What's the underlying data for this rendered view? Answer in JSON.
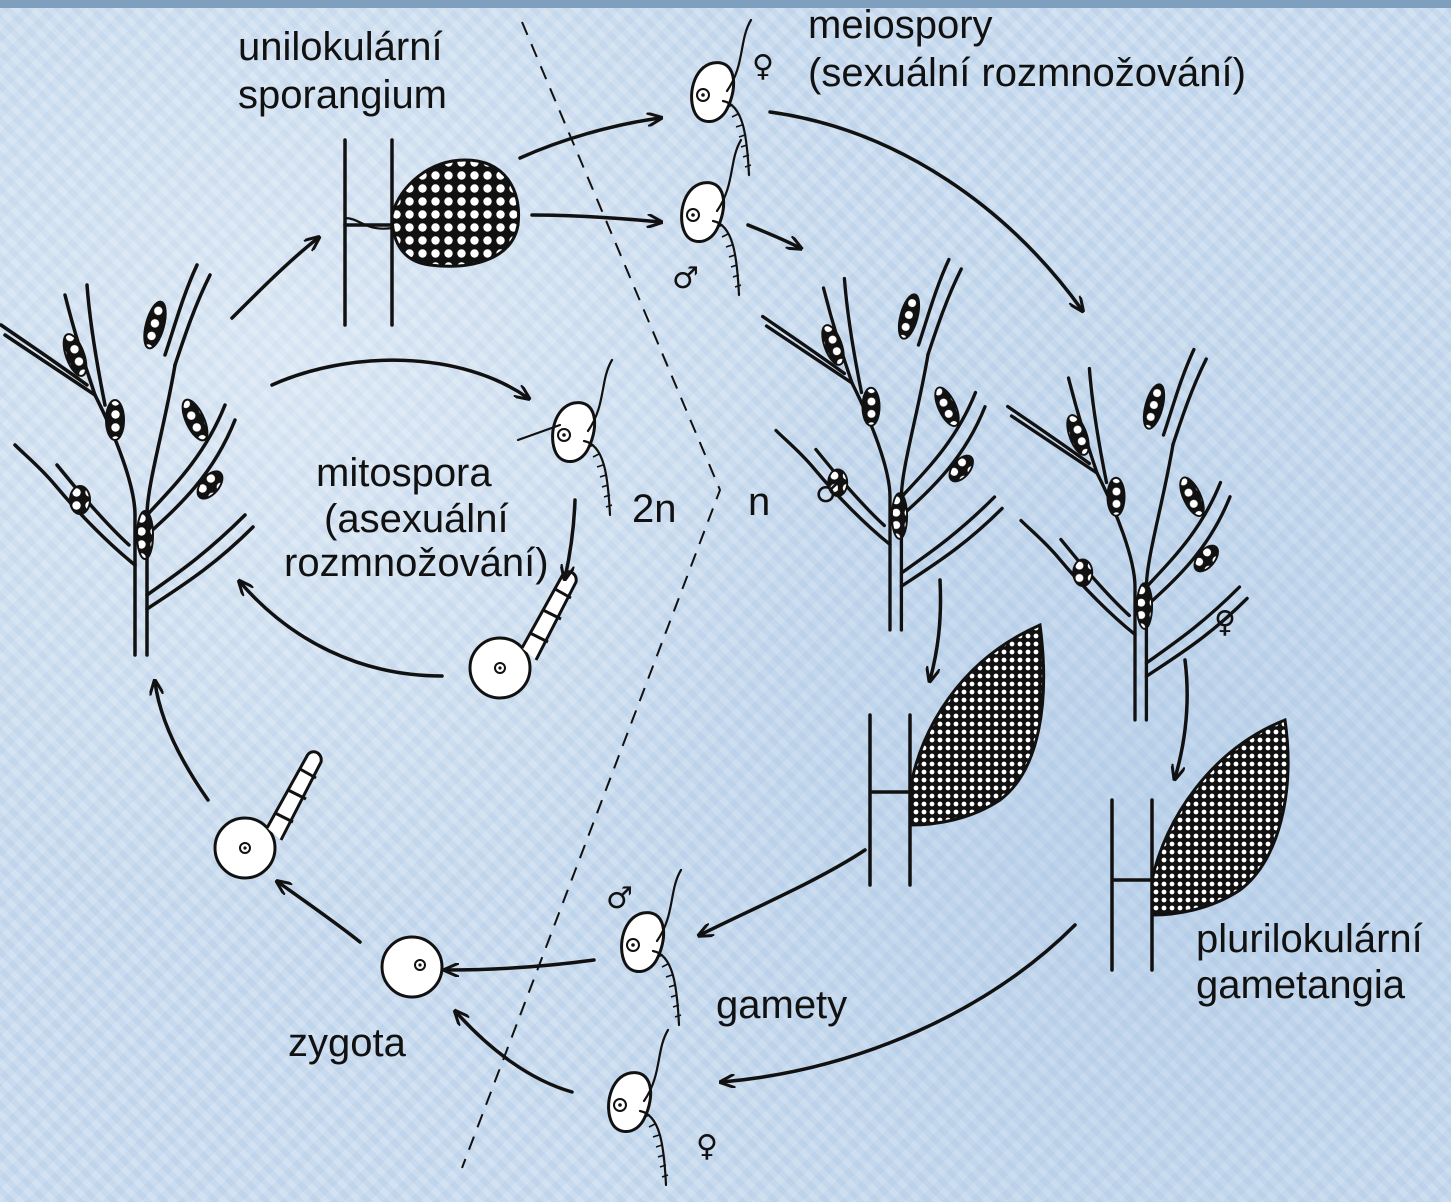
{
  "labels": {
    "unilocular_line1": "unilokulární",
    "unilocular_line2": "sporangium",
    "meiospores": "meiospory",
    "sexual": "(sexuální rozmnožování)",
    "mitospore": "mitospora",
    "asexual_line1": "(asexuální",
    "asexual_line2": "rozmnožování)",
    "diploid": "2n",
    "haploid": "n",
    "plurilocular_line1": "plurilokulární",
    "plurilocular_line2": "gametangia",
    "gametes": "gamety",
    "zygote": "zygota"
  },
  "symbols": {
    "female": "♀",
    "male": "♂"
  },
  "colors": {
    "background": "#c9dcef",
    "ink": "#111111"
  }
}
